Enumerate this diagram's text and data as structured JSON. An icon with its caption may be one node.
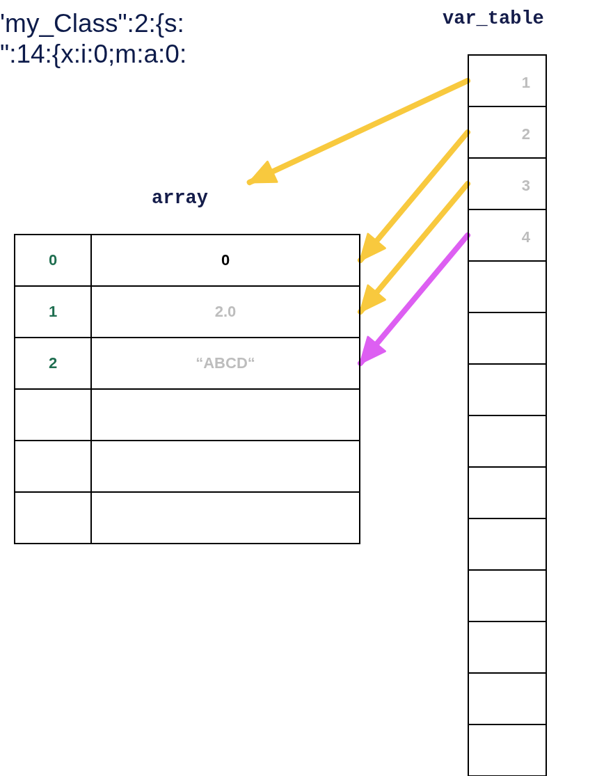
{
  "diagram": {
    "nodes": [
      {
        "text": [
          "var_table"
        ]
      },
      {
        "text": [
          "1"
        ],
        "in": 0
      },
      {
        "text": [
          "2"
        ],
        "in": 0
      },
      {
        "text": [
          "3"
        ],
        "in": 0
      },
      {
        "text": [
          "4"
        ],
        "in": 0
      },
      {
        "text": [],
        "shape": "box",
        "in": 0
      },
      {
        "text": [],
        "shape": "box",
        "in": 0
      },
      {
        "text": [],
        "shape": "box",
        "in": 0
      },
      {
        "text": [],
        "shape": "box",
        "in": 0
      },
      {
        "text": [],
        "shape": "box",
        "in": 0
      },
      {
        "text": [],
        "shape": "box",
        "in": 0
      },
      {
        "text": [],
        "shape": "box",
        "in": 0
      },
      {
        "text": [],
        "shape": "box",
        "in": 0
      },
      {
        "text": [],
        "shape": "box",
        "in": 0
      },
      {
        "text": [],
        "shape": "box",
        "in": 0
      },
      {
        "text": [
          "array"
        ]
      },
      {
        "text": [
          "0"
        ],
        "in": 15
      },
      {
        "text": [
          "0"
        ],
        "in": 15
      },
      {
        "text": [
          "1"
        ],
        "in": 15
      },
      {
        "text": [
          "2.0"
        ],
        "in": 15
      },
      {
        "text": [
          "2"
        ],
        "in": 15
      },
      {
        "text": [
          "“ABCD“"
        ],
        "in": 15
      },
      {
        "text": [],
        "shape": "box",
        "in": 15
      },
      {
        "text": [],
        "shape": "box",
        "in": 15
      },
      {
        "text": [],
        "shape": "box",
        "in": 15
      },
      {
        "text": [],
        "shape": "box",
        "in": 15
      },
      {
        "text": [],
        "shape": "box",
        "in": 15
      },
      {
        "text": [],
        "shape": "box",
        "in": 15
      }
    ],
    "edges": [
      {
        "from": 1,
        "to": 15,
        "arrow": "to"
      },
      {
        "from": 2,
        "to": 17,
        "arrow": "to"
      },
      {
        "from": 3,
        "to": 19,
        "arrow": "to"
      },
      {
        "from": 4,
        "to": 21,
        "arrow": "to",
        "color": "#dd5ff2"
      }
    ],
    "labels": [
      "'my_Class\":2:{s:",
      "\":14:{x:i:0;m:a:0:"
    ]
  }
}
